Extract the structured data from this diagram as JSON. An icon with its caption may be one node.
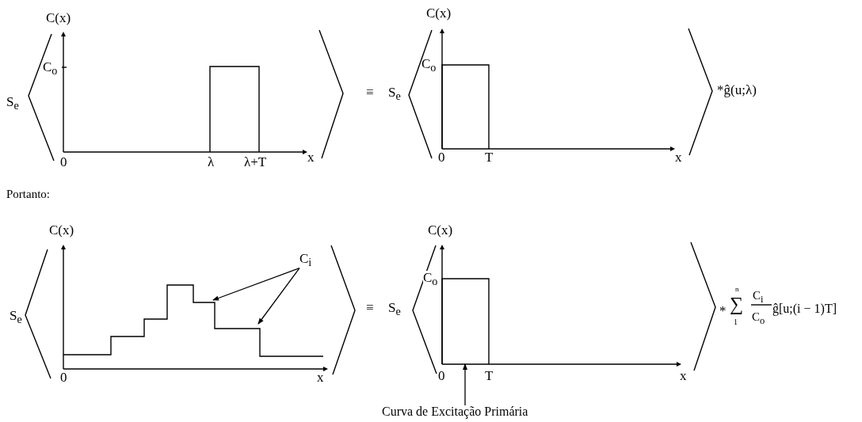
{
  "diagram": {
    "nodes": [
      {
        "text": [
          "C$_{i}$"
        ]
      },
      {
        "text": [
          "Curva de Excitação Primária"
        ]
      },
      {
        "text": [],
        "shape": "line"
      },
      {
        "text": [],
        "shape": "line"
      }
    ],
    "edges": [
      {
        "from": 0,
        "to": 2,
        "arrow": "to"
      },
      {
        "from": 0,
        "to": 2,
        "arrow": "to"
      },
      {
        "from": 1,
        "to": 3,
        "arrow": "to"
      }
    ],
    "labels": [
      "C(x)",
      "C$_{o}$",
      "S$_{e}$",
      "0",
      "λ",
      "λ+T",
      "x",
      "≡",
      "S$_{e}$",
      "C(x)",
      "C$_{o}$",
      "0",
      "T",
      "x",
      "*ĝ(u;λ)",
      "Portanto:",
      "C(x)",
      "S$_{e}$",
      "0",
      "x",
      "≡",
      "S$_{e}$",
      "C(x)",
      "C$_{o}$",
      "0",
      "T",
      "x",
      "*",
      "∑",
      "n",
      "1",
      "C$_{i}$",
      "C$_{o}$",
      "ĝ[u;(i − 1)T]"
    ]
  }
}
